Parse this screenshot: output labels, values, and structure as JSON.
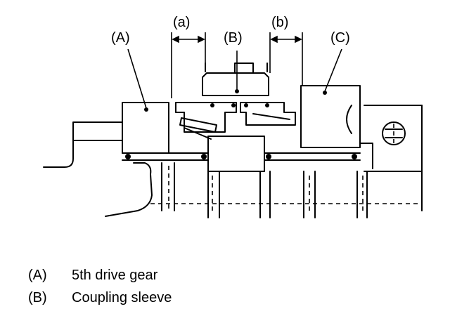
{
  "labels": {
    "a": "(a)",
    "b": "(b)",
    "A": "(A)",
    "B": "(B)",
    "C": "(C)"
  },
  "legend": [
    {
      "key": "(A)",
      "text": "5th drive gear"
    },
    {
      "key": "(B)",
      "text": "Coupling sleeve"
    }
  ]
}
